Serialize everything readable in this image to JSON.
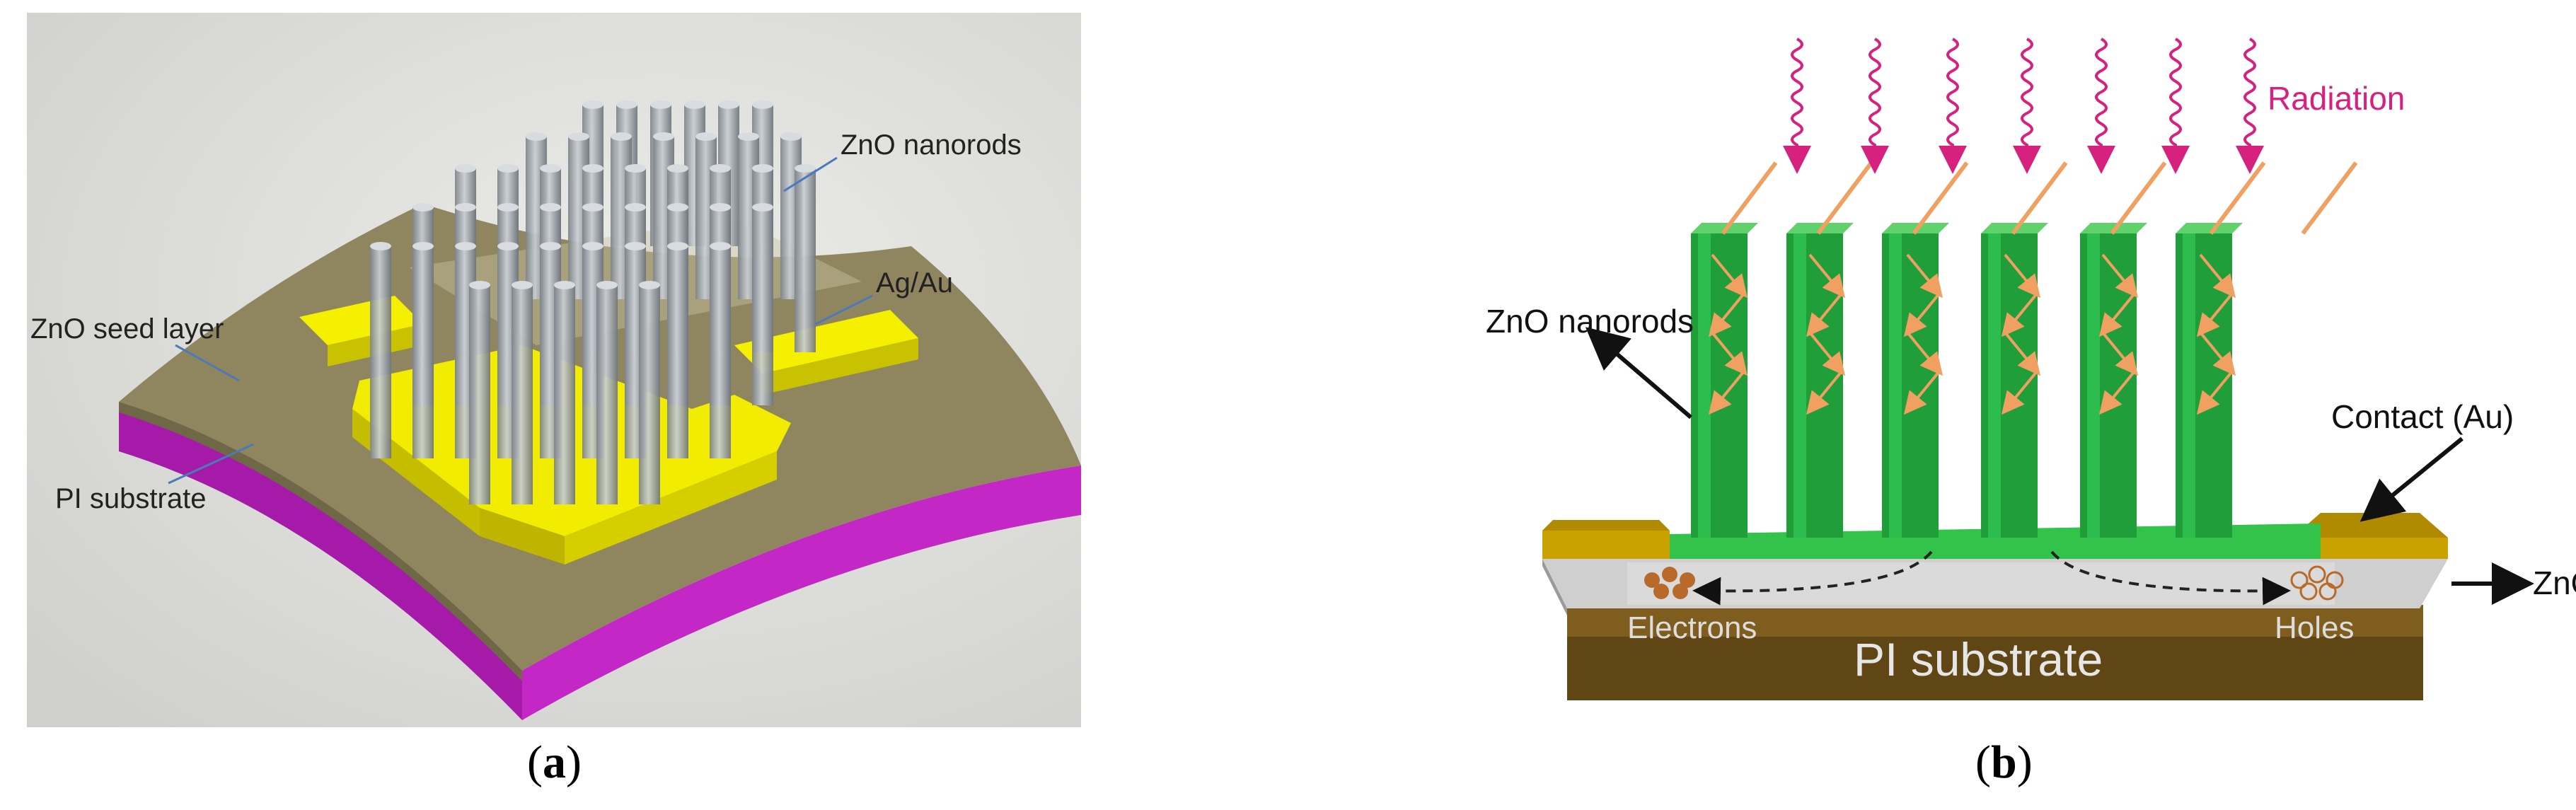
{
  "panel_a": {
    "labels": {
      "nanorods": "ZnO nanorods",
      "electrode": "Ag/Au",
      "seed_layer": "ZnO seed layer",
      "substrate": "PI substrate"
    },
    "caption_open": "(",
    "caption_letter": "a",
    "caption_close": ")"
  },
  "panel_b": {
    "labels": {
      "radiation": "Radiation",
      "nanorods": "ZnO nanorods",
      "contact": "Contact (Au)",
      "zno": "ZnO",
      "electrons": "Electrons",
      "holes": "Holes",
      "substrate": "PI substrate"
    },
    "caption_open": "(",
    "caption_letter": "b",
    "caption_close": ")"
  },
  "colors": {
    "panel_a_background": "#d9d9d6",
    "seed_layer": "#8e8460",
    "pi_substrate": "#b21fb2",
    "electrode": "#f2ee00",
    "nanorod": "#9aa0a6",
    "radiation": "#d6217f",
    "light_ray": "#f0a060",
    "nanorod_green": "#1f9e3a",
    "contact_gold": "#c8a000",
    "pi_brown": "#7a5a1c",
    "zno_grey": "#cfcfcf"
  }
}
